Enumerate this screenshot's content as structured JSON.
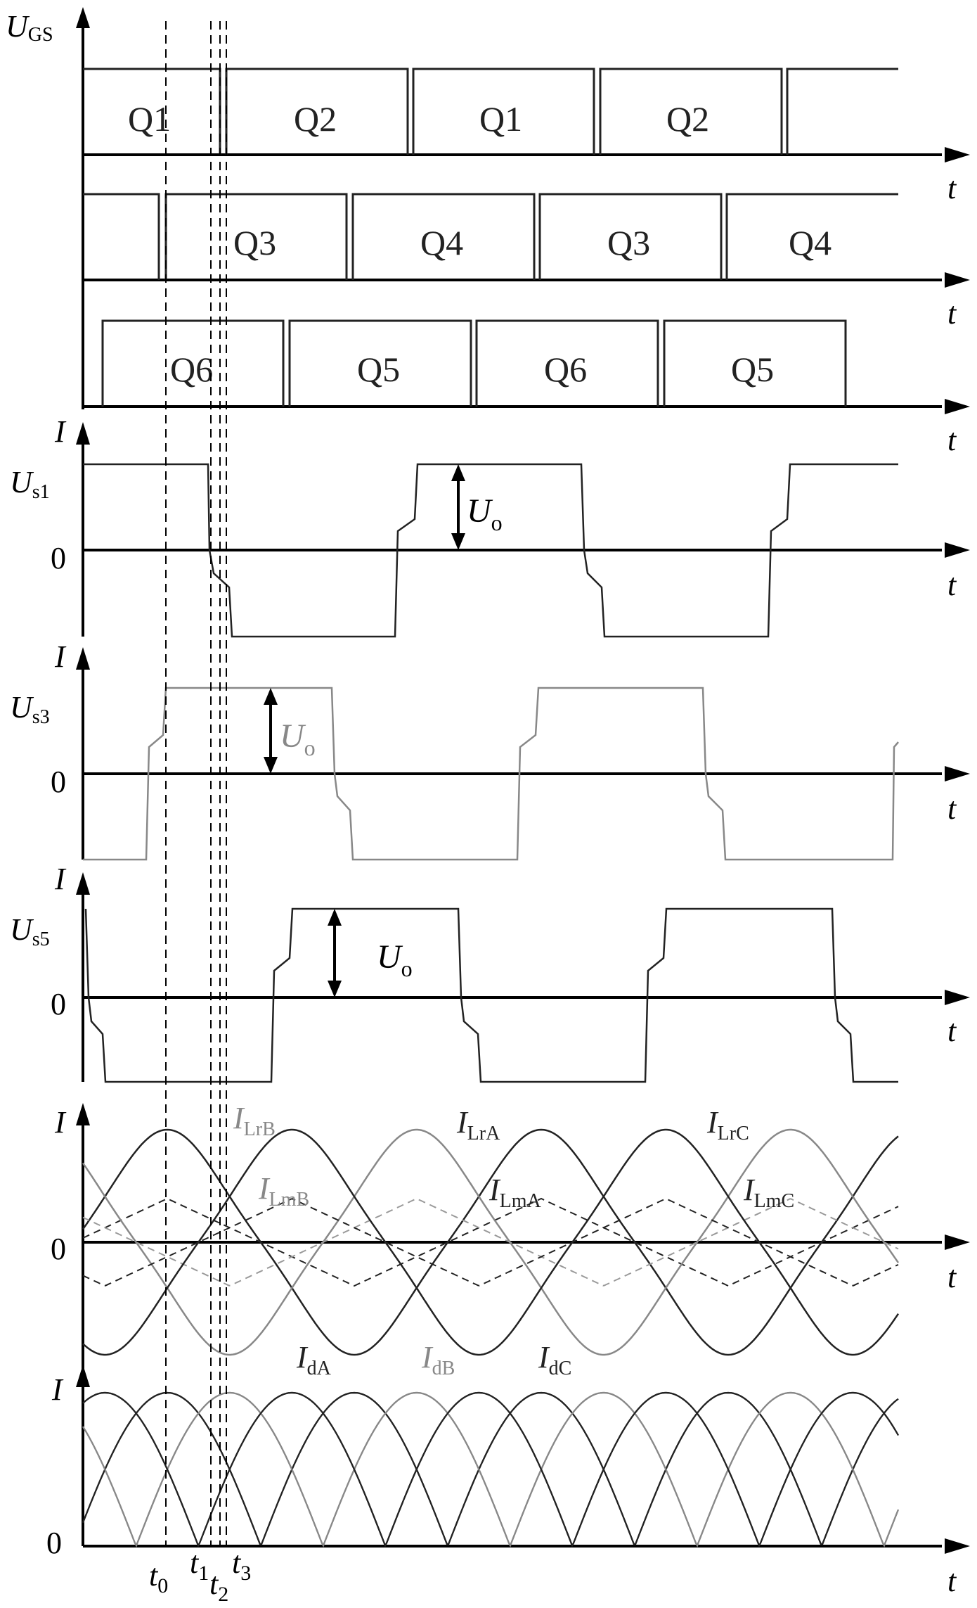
{
  "gate_panel": {
    "y_label": "U",
    "y_label_sub": "GS",
    "rows": [
      {
        "name": "row1",
        "labels": [
          "Q1",
          "Q2",
          "Q1",
          "Q2"
        ]
      },
      {
        "name": "row2",
        "labels": [
          "Q3",
          "Q4",
          "Q3",
          "Q4"
        ]
      },
      {
        "name": "row3",
        "labels": [
          "Q6",
          "Q5",
          "Q6",
          "Q5"
        ]
      }
    ]
  },
  "switch_panels": [
    {
      "id": "us1",
      "i_label": "I",
      "y_label": "U",
      "y_sub": "s1",
      "zero": "0",
      "amp_label": "U",
      "amp_sub": "o",
      "color": "#222222"
    },
    {
      "id": "us3",
      "i_label": "I",
      "y_label": "U",
      "y_sub": "s3",
      "zero": "0",
      "amp_label": "U",
      "amp_sub": "o",
      "color": "#888888"
    },
    {
      "id": "us5",
      "i_label": "I",
      "y_label": "U",
      "y_sub": "s5",
      "zero": "0",
      "amp_label": "U",
      "amp_sub": "o",
      "color": "#222222"
    }
  ],
  "current_panel": {
    "i_label": "I",
    "zero": "0",
    "labels": {
      "LrB": {
        "main": "I",
        "sub": "LrB",
        "color": "#888888"
      },
      "LmB": {
        "main": "I",
        "sub": "LmB",
        "color": "#888888"
      },
      "LrA": {
        "main": "I",
        "sub": "LrA",
        "color": "#222222"
      },
      "LmA": {
        "main": "I",
        "sub": "LmA",
        "color": "#222222"
      },
      "LrC": {
        "main": "I",
        "sub": "LrC",
        "color": "#222222"
      },
      "LmC": {
        "main": "I",
        "sub": "LmC",
        "color": "#222222"
      }
    }
  },
  "diode_panel": {
    "i_label": "I",
    "zero": "0",
    "labels": {
      "dA": {
        "main": "I",
        "sub": "dA",
        "color": "#222222"
      },
      "dB": {
        "main": "I",
        "sub": "dB",
        "color": "#888888"
      },
      "dC": {
        "main": "I",
        "sub": "dC",
        "color": "#222222"
      }
    }
  },
  "time_axis_label": "t",
  "time_markers": [
    {
      "main": "t",
      "sub": "0"
    },
    {
      "main": "t",
      "sub": "1"
    },
    {
      "main": "t",
      "sub": "2"
    },
    {
      "main": "t",
      "sub": "3"
    }
  ],
  "colors": {
    "ink": "#222222",
    "gray": "#888888",
    "dash_gray": "#999999"
  }
}
